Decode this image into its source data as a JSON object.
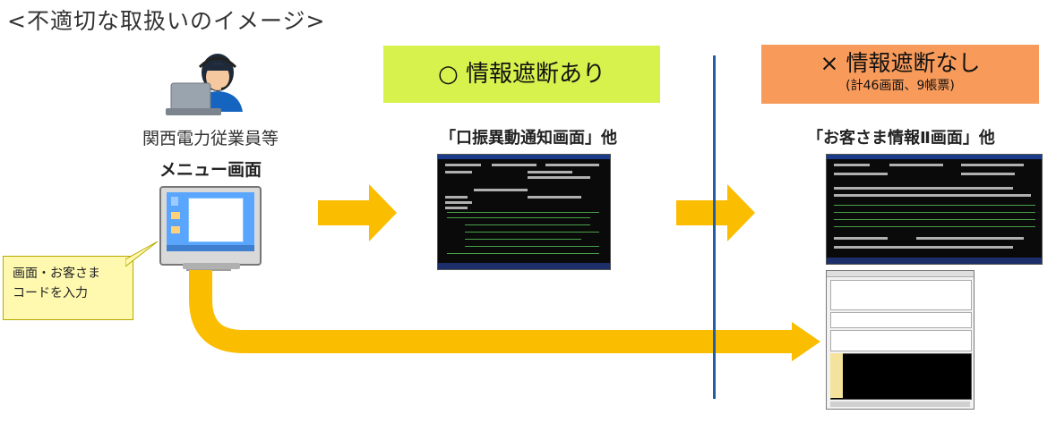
{
  "title": "<不適切な取扱いのイメージ>",
  "person_caption": "関西電力従業員等",
  "menu_caption": "メニュー画面",
  "callout": {
    "line1": "画面・お客さま",
    "line2": "コードを入力"
  },
  "banner_ok": {
    "text": "○ 情報遮断あり"
  },
  "banner_ng": {
    "text": "× 情報遮断なし",
    "sub": "(計46画面、9帳票)"
  },
  "screen_ok_title": "「口振異動通知画面」他",
  "screen_ng_title": "「お客さま情報Ⅱ画面」他",
  "colors": {
    "arrow": "#fbbd00",
    "divider": "#1f5fa8",
    "banner_ok": "#d7f24d",
    "banner_ng": "#f79a5a",
    "callout": "#fff9b0"
  }
}
